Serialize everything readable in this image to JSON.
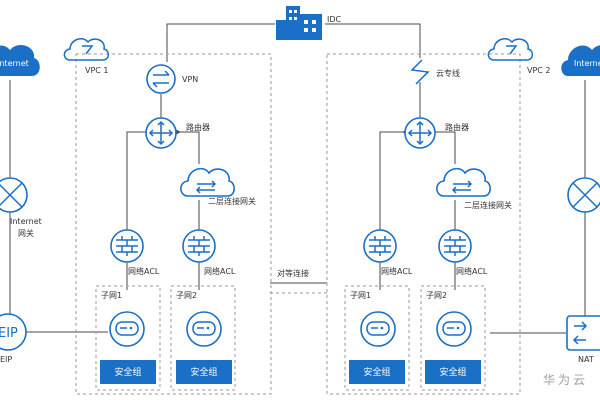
{
  "nodes": {
    "idc": "IDC",
    "vpc1": "VPC 1",
    "vpc2": "VPC 2",
    "internet_left": "Internet",
    "internet_right": "Internet",
    "vpn": "VPN",
    "router_left": "路由器",
    "router_right": "路由器",
    "cloud_line": "云专线",
    "l2_left": "二层连接网关",
    "l2_right": "二层连接网关",
    "igw_line1": "Internet",
    "igw_line2": "网关",
    "acl_vpc1_a": "网络ACL",
    "acl_vpc1_b": "网络ACL",
    "acl_vpc2_a": "网络ACL",
    "acl_vpc2_b": "网络ACL",
    "peering": "对等连接",
    "subnet_vpc1_1": "子网1",
    "subnet_vpc1_2": "子网2",
    "subnet_vpc2_1": "子网1",
    "subnet_vpc2_2": "子网2",
    "sg_vpc1_1": "安全组",
    "sg_vpc1_2": "安全组",
    "sg_vpc2_1": "安全组",
    "sg_vpc2_2": "安全组",
    "eip": "EIP",
    "nat": "NAT",
    "watermark": "华为云"
  },
  "colors": {
    "primary": "#1a6fc7",
    "line": "#4a4a4a",
    "dashed": "#999999"
  },
  "icons": [
    "building-icon",
    "cloud-icon",
    "vpn-icon",
    "router-icon",
    "switch-icon",
    "firewall-icon",
    "server-icon",
    "gateway-icon",
    "eip-icon",
    "nat-icon",
    "lightning-icon"
  ]
}
